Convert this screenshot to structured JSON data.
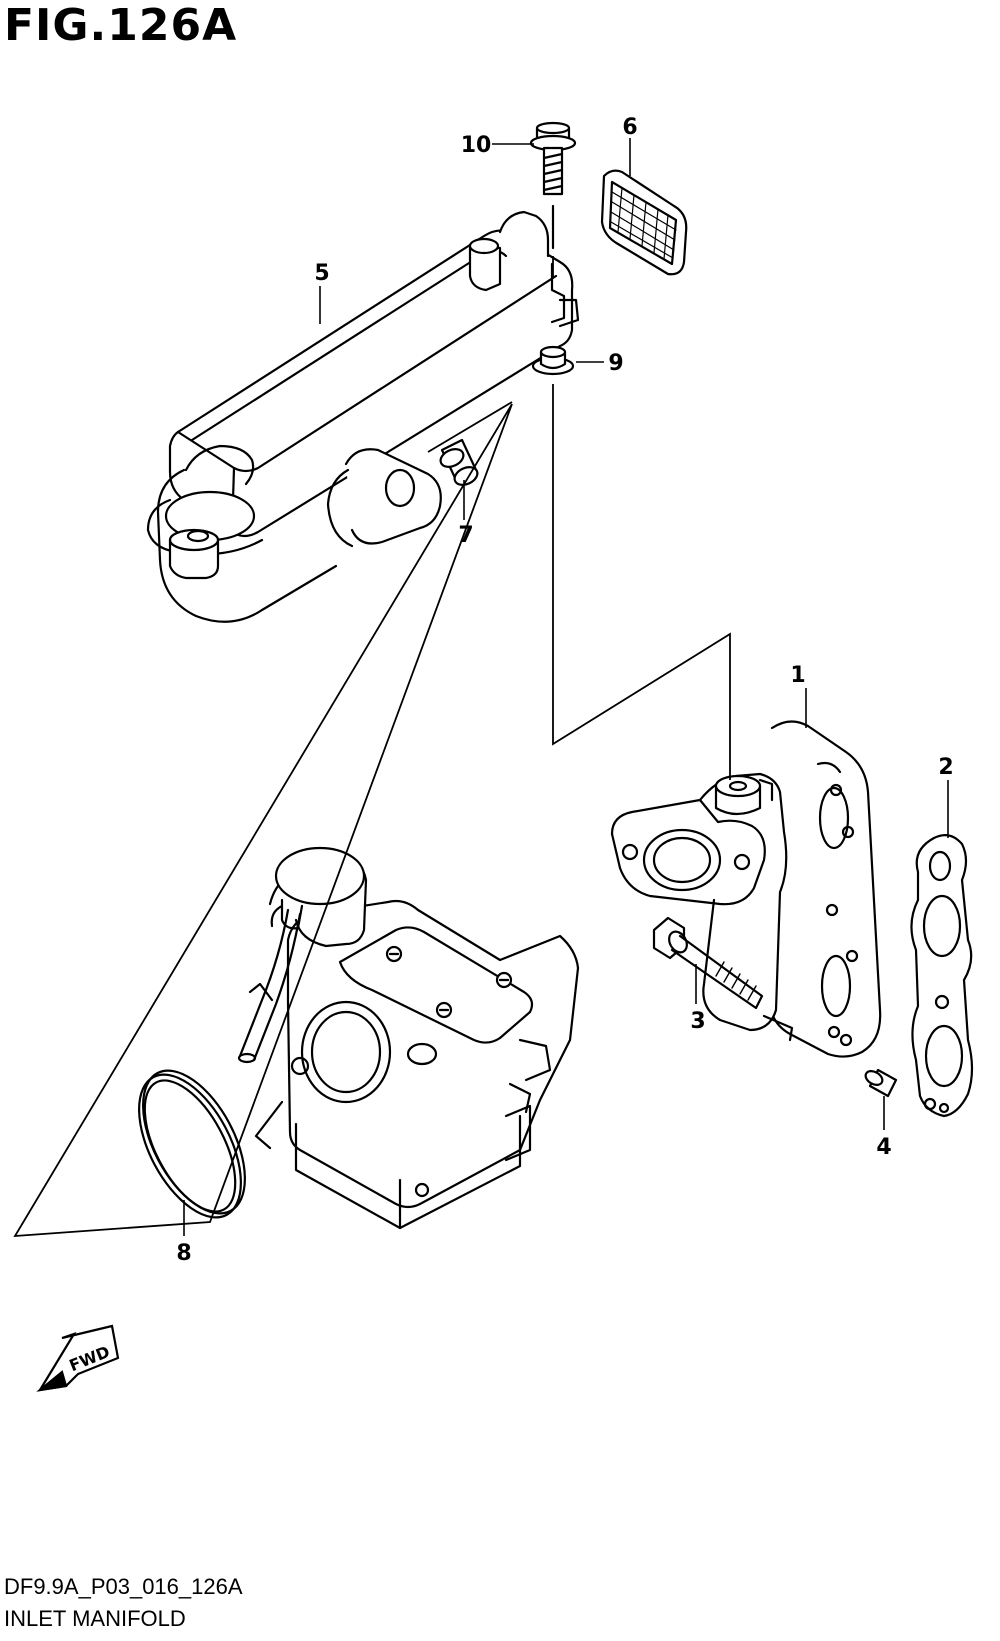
{
  "figure": {
    "title": "FIG.126A",
    "code": "DF9.9A_P03_016_126A",
    "name": "INLET MANIFOLD"
  },
  "callouts": [
    {
      "id": "1",
      "part": "inlet-manifold"
    },
    {
      "id": "2",
      "part": "manifold-gasket"
    },
    {
      "id": "3",
      "part": "manifold-bolt"
    },
    {
      "id": "4",
      "part": "dowel-pin"
    },
    {
      "id": "5",
      "part": "intake-silencer"
    },
    {
      "id": "6",
      "part": "silencer-screen"
    },
    {
      "id": "7",
      "part": "grommet"
    },
    {
      "id": "8",
      "part": "o-ring"
    },
    {
      "id": "9",
      "part": "cushion"
    },
    {
      "id": "10",
      "part": "flange-bolt"
    }
  ],
  "fwd_arrow": {
    "label": "FWD"
  },
  "colors": {
    "line": "#000000",
    "background": "#ffffff"
  }
}
